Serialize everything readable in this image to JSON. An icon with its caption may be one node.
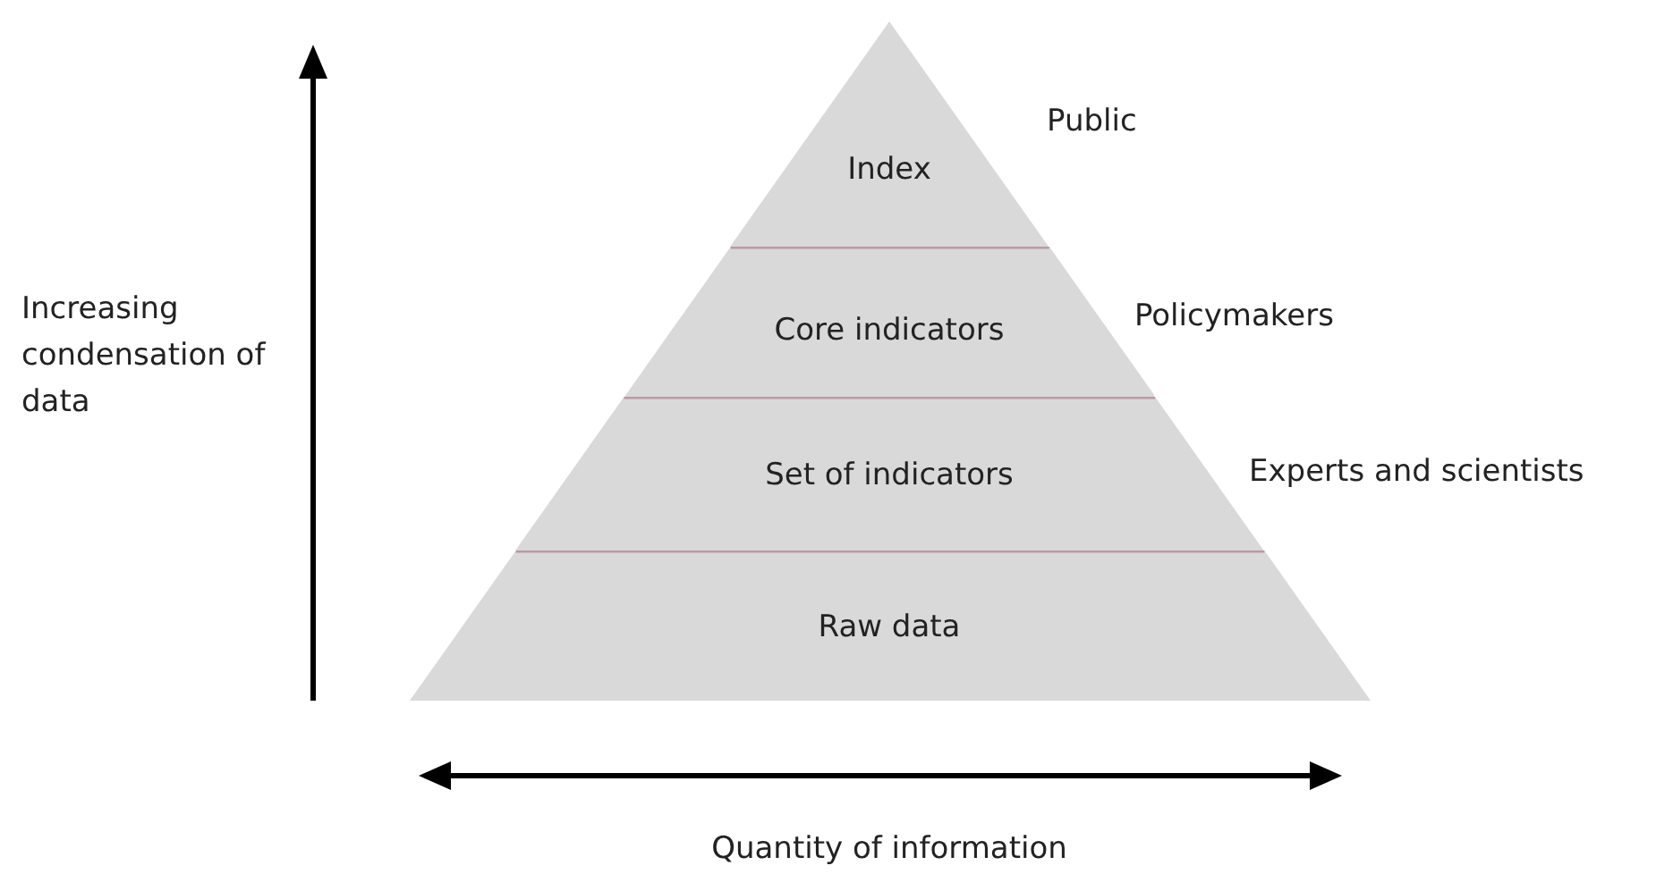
{
  "diagram": {
    "nodes": [
      {
        "text": [
          "Index"
        ],
        "beside": [
          "Public"
        ]
      },
      {
        "text": [
          "Core indicators"
        ],
        "beside": [
          "Policymakers"
        ]
      },
      {
        "text": [
          "Set of indicators"
        ],
        "beside": [
          "Experts and scientists"
        ]
      },
      {
        "text": [
          "Raw data"
        ]
      }
    ],
    "edges": [],
    "labels": [
      "Increasing condensation of data",
      "Quantity of information"
    ]
  }
}
